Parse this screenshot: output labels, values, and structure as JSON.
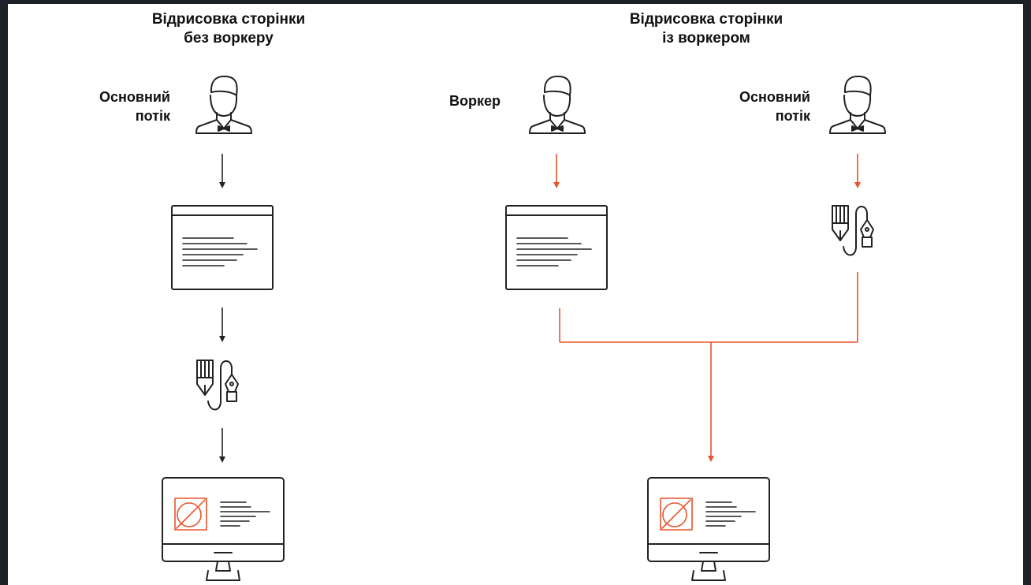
{
  "left_section": {
    "title_line1": "Відрисовка сторінки",
    "title_line2": "без воркеру",
    "main_thread_line1": "Основний",
    "main_thread_line2": "потік"
  },
  "right_section": {
    "title_line1": "Відрисовка сторінки",
    "title_line2": "із воркером",
    "worker_label": "Воркер",
    "main_thread_line1": "Основний",
    "main_thread_line2": "потік"
  },
  "colors": {
    "accent": "#e8542c",
    "ink": "#222222",
    "background": "#ffffff",
    "frame": "#1e2127"
  },
  "icons": [
    "person-icon",
    "document-window-icon",
    "pen-tablet-icon",
    "monitor-icon",
    "down-arrow-icon"
  ]
}
